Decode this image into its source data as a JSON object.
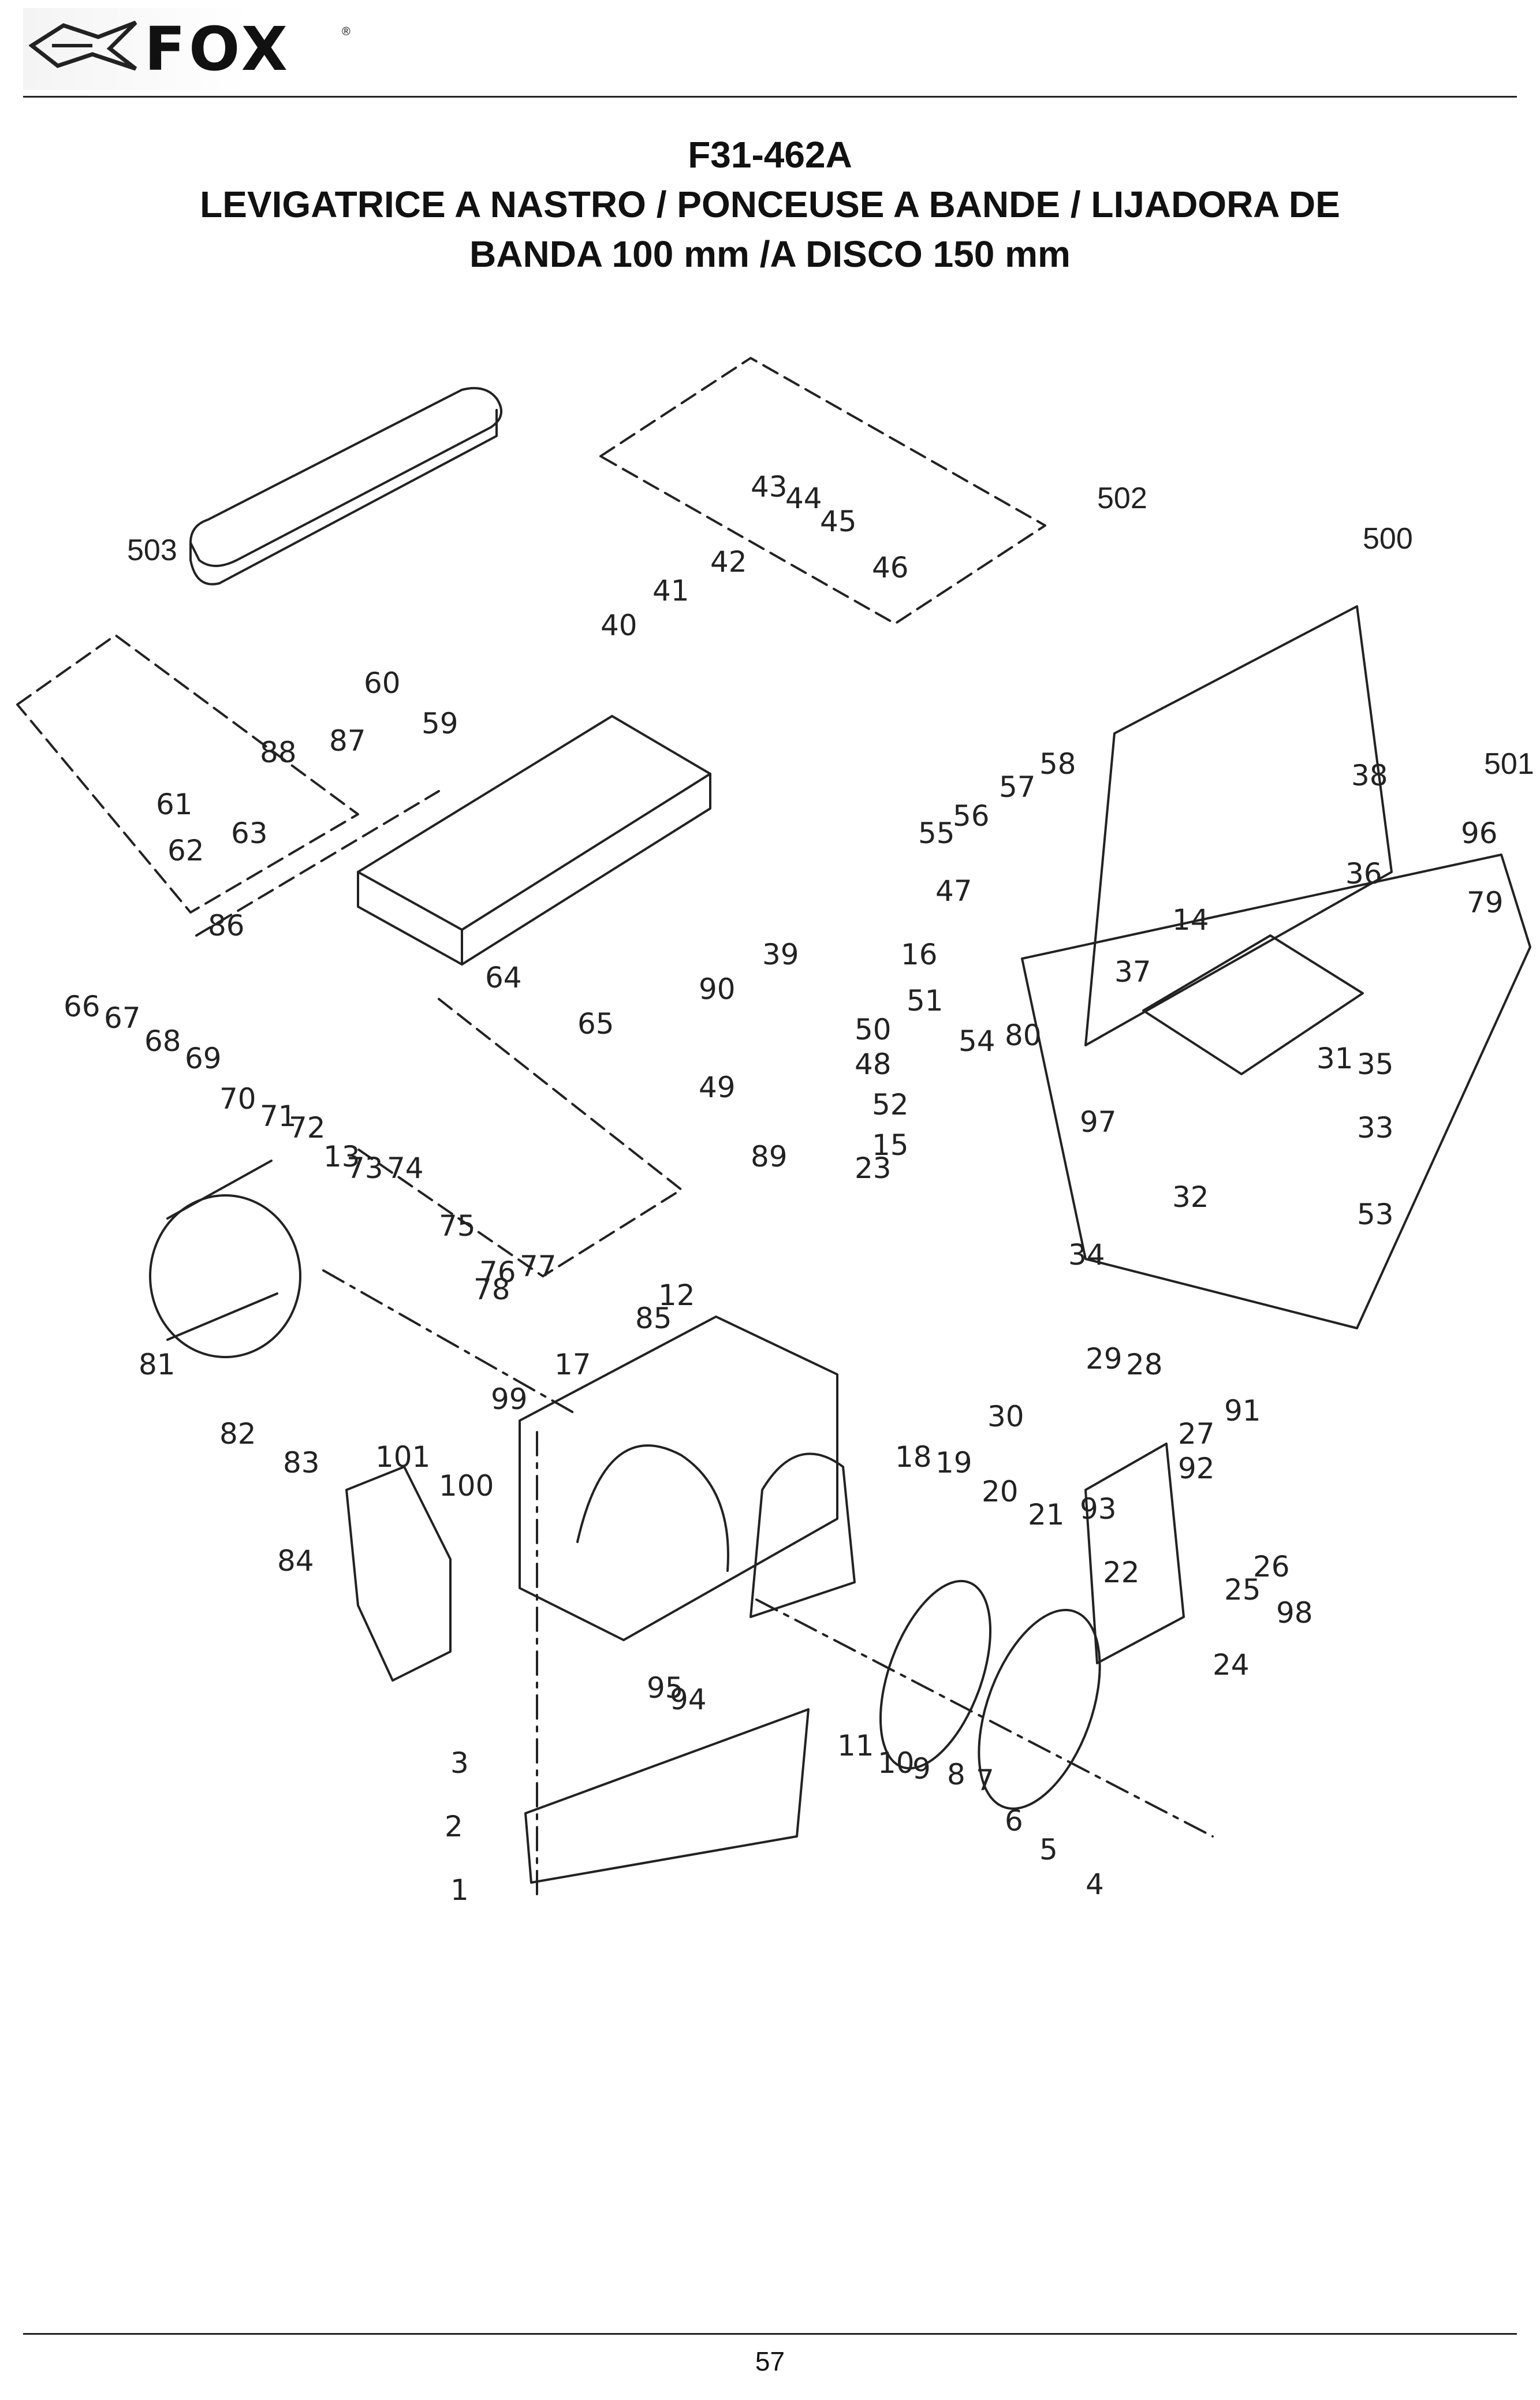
{
  "header": {
    "brand": "FOX",
    "brand_mark": "®"
  },
  "title": {
    "code": "F31-462A",
    "line1": "LEVIGATRICE A NASTRO / PONCEUSE A BANDE  / LIJADORA DE",
    "line2": "BANDA 100 mm /A DISCO 150 mm"
  },
  "diagram": {
    "group_labels": [
      "500",
      "501",
      "502",
      "503"
    ],
    "part_labels": [
      "1",
      "2",
      "3",
      "4",
      "5",
      "6",
      "7",
      "8",
      "9",
      "10",
      "11",
      "12",
      "13",
      "14",
      "15",
      "16",
      "17",
      "18",
      "19",
      "20",
      "21",
      "22",
      "23",
      "24",
      "25",
      "26",
      "27",
      "28",
      "29",
      "30",
      "31",
      "32",
      "33",
      "34",
      "35",
      "36",
      "37",
      "38",
      "39",
      "40",
      "41",
      "42",
      "43",
      "44",
      "45",
      "46",
      "47",
      "48",
      "49",
      "50",
      "51",
      "52",
      "53",
      "54",
      "55",
      "56",
      "57",
      "58",
      "59",
      "60",
      "61",
      "62",
      "63",
      "64",
      "65",
      "66",
      "67",
      "68",
      "69",
      "70",
      "71",
      "72",
      "73",
      "74",
      "75",
      "76",
      "77",
      "78",
      "79",
      "80",
      "81",
      "82",
      "83",
      "84",
      "85",
      "86",
      "87",
      "88",
      "89",
      "90",
      "91",
      "92",
      "93",
      "94",
      "95",
      "96",
      "97",
      "98",
      "99",
      "100",
      "101"
    ]
  },
  "footer": {
    "page_number": "57"
  }
}
